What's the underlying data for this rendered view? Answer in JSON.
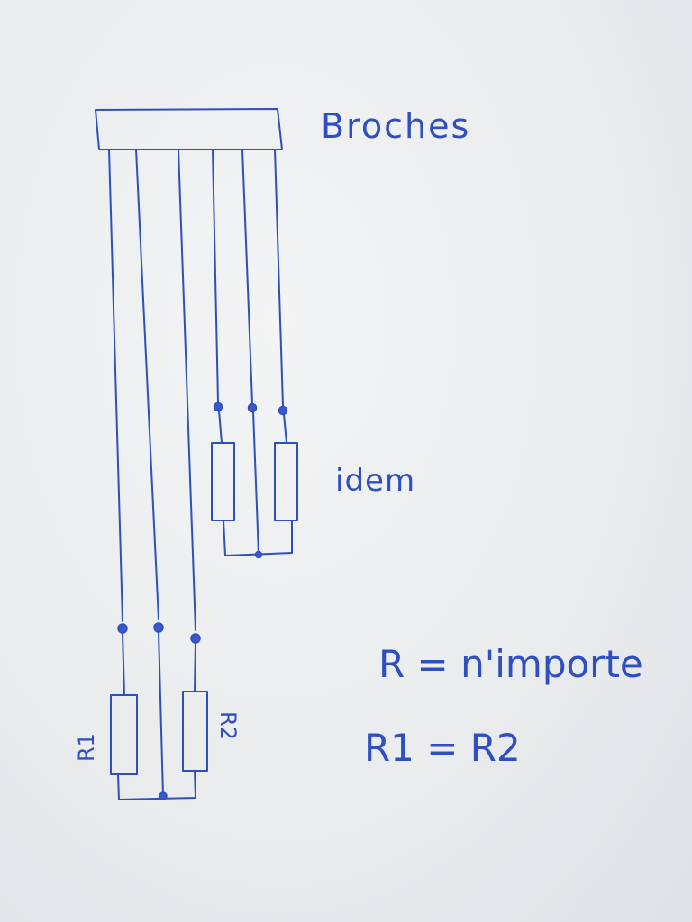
{
  "labels": {
    "header": "Broches",
    "upper_group": "idem",
    "rule_r": "R = n'importe",
    "rule_eq": "R1 = R2",
    "resistor_1": "R1",
    "resistor_2": "R2"
  },
  "ink_color": "#2f4fc0"
}
